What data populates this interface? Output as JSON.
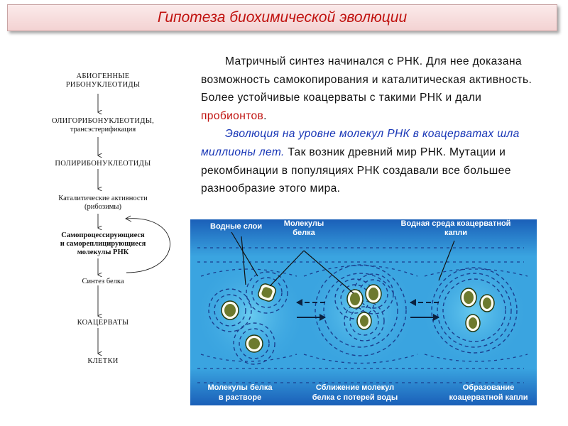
{
  "slide": {
    "title": "Гипотеза биохимической эволюции",
    "para1": {
      "text": "Матричный синтез начинался с РНК. Для нее доказана возможность самокопирования и каталитическая активность. Более устойчивые коацерваты с такими РНК и дали ",
      "highlight": "пробионтов",
      "end": "."
    },
    "para2": {
      "highlight": "Эволюция на уровне молекул РНК в коацерватах шла миллионы лет.",
      "text": " Так возник древний мир РНК. Мутации и рекомбинации в популяциях РНК создавали все большее разнообразие этого мира."
    },
    "colors": {
      "title_red": "#c0120f",
      "highlight_blue": "#1836b6",
      "water_blue": "#3aa4e0"
    }
  },
  "flowchart": {
    "abiogenic_line1": "АБИОГЕННЫЕ",
    "abiogenic_line2": "РИБОНУКЛЕОТИДЫ",
    "oligo_line1": "ОЛИГОРИБОНУКЛЕОТИДЫ,",
    "oligo_line2": "трансэстерификация",
    "poly": "ПОЛИРИБОНУКЛЕОТИДЫ",
    "catalytic_line1": "Каталитические активности",
    "catalytic_line2": "(рибозимы)",
    "self_line1": "Самопроцессирующиеся",
    "self_line2": "и самореплицирующиеся",
    "self_line3": "молекулы РНК",
    "protein_synthesis": "Синтез белка",
    "coacervates": "КОАЦЕРВАТЫ",
    "cells": "КЛЕТКИ"
  },
  "illustration": {
    "top_left_label": "Водные слои",
    "top_mid_label_line1": "Молекулы",
    "top_mid_label_line2": "белка",
    "top_right_label_line1": "Водная среда коацерватной",
    "top_right_label_line2": "капли",
    "bottom_left_line1": "Молекулы белка",
    "bottom_left_line2": "в растворе",
    "bottom_mid_line1": "Сближение молекул",
    "bottom_mid_line2": "белка с потерей воды",
    "bottom_right_line1": "Образование",
    "bottom_right_line2": "коацерватной капли"
  }
}
